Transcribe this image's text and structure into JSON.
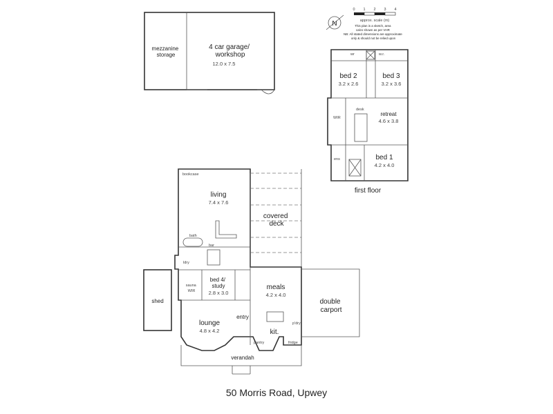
{
  "caption": "50 Morris Road, Upwey",
  "garage": {
    "mezzanine": [
      "mezzanine",
      "storage"
    ],
    "title": [
      "4 car garage/",
      "workshop"
    ],
    "dims": "12.0 x 7.5"
  },
  "first_floor": {
    "label": "first floor",
    "bed2": {
      "name": "bed 2",
      "dims": "3.2 x 2.6"
    },
    "bed3": {
      "name": "bed 3",
      "dims": "3.2 x 3.6"
    },
    "retreat": {
      "name": "retreat",
      "dims": "4.6 x 3.8"
    },
    "bed1": {
      "name": "bed 1",
      "dims": "4.2 x 4.0"
    },
    "small": {
      "wr1": "wr",
      "wr2": "w.r.",
      "desk": "desk",
      "wir": "WIR",
      "ens": "ens"
    }
  },
  "ground_floor": {
    "bookcase": "bookcase",
    "living": {
      "name": "living",
      "dims": "7.4 x 7.6"
    },
    "covered_deck": [
      "covered",
      "deck"
    ],
    "bath": "bath",
    "bar": "bar",
    "ldry": "ldry",
    "bed4": {
      "name": [
        "bed 4/",
        "study"
      ],
      "dims": "2.8 x 3.0"
    },
    "wir": [
      "sauna",
      "WIR"
    ],
    "meals": {
      "name": "meals",
      "dims": "4.2 x 4.0"
    },
    "double_carport": [
      "double",
      "carport"
    ],
    "shed": "shed",
    "lounge": {
      "name": "lounge",
      "dims": "4.8 x 4.2"
    },
    "entry": "entry",
    "kit": "kit.",
    "verandah": "verandah",
    "small": {
      "pantry": "pantry",
      "fridge": "fridge",
      "pdry": "p'dry"
    }
  },
  "legend": {
    "scale_label": "approx. scale (m)",
    "ticks": [
      "0",
      "1",
      "2",
      "3",
      "4"
    ],
    "notes": [
      "This plan is a sketch, area",
      "calcs shown as per VHR",
      "NB: All stated dimensions are approximate",
      "only & should not be relied upon"
    ],
    "north": "N"
  }
}
